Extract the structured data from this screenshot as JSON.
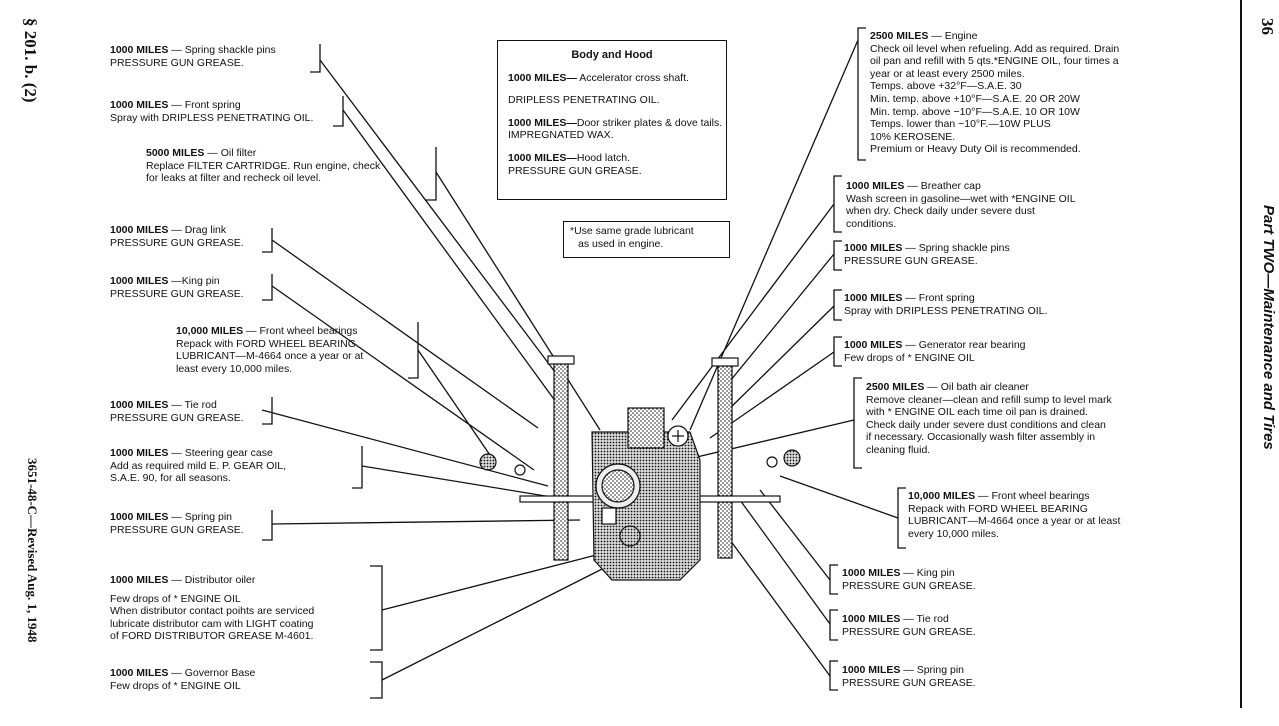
{
  "margin": {
    "left_top": "§ 201. b. (2)",
    "left_bottom": "3651-48-C—Revised Aug. 1, 1948",
    "right_page_number": "36",
    "right_title": "Part TWO—Maintenance and Tires"
  },
  "body_hood": {
    "title": "Body and Hood",
    "entries": [
      {
        "lead": "1000 MILES—",
        "text": " Accelerator cross shaft.",
        "line2": "DRIPLESS PENETRATING OIL."
      },
      {
        "lead": "1000 MILES—",
        "text": "Door striker plates & dove tails.",
        "line2": "IMPREGNATED WAX."
      },
      {
        "lead": "1000 MILES—",
        "text": "Hood latch.",
        "line2": "PRESSURE GUN GREASE."
      }
    ]
  },
  "footnote": {
    "line1": "*Use same grade lubricant",
    "line2": "as used in engine."
  },
  "left_notes": [
    {
      "lead": "1000 MILES",
      "text": " — Spring shackle pins",
      "lines": [
        "PRESSURE GUN GREASE."
      ]
    },
    {
      "lead": "1000 MILES",
      "text": " — Front spring",
      "lines": [
        "Spray with DRIPLESS PENETRATING OIL."
      ]
    },
    {
      "lead": "5000 MILES",
      "text": " — Oil filter",
      "lines": [
        "Replace FILTER CARTRIDGE. Run  engine, check",
        "for leaks at filter and recheck oil level."
      ]
    },
    {
      "lead": "1000 MILES",
      "text": " — Drag link",
      "lines": [
        "PRESSURE GUN GREASE."
      ]
    },
    {
      "lead": "1000 MILES",
      "text": " —King pin",
      "lines": [
        "PRESSURE GUN GREASE."
      ]
    },
    {
      "lead": "10,000 MILES",
      "text": " — Front  wheel bearings",
      "lines": [
        "Repack with FORD WHEEL BEARING",
        "LUBRICANT—M-4664 once a year or at",
        "least every 10,000 miles."
      ]
    },
    {
      "lead": "1000 MILES",
      "text": " — Tie rod",
      "lines": [
        "PRESSURE GUN GREASE."
      ]
    },
    {
      "lead": "1000 MILES",
      "text": " — Steering gear case",
      "lines": [
        "Add as required mild E. P. GEAR OIL,",
        "S.A.E. 90, for all seasons."
      ]
    },
    {
      "lead": "1000 MILES",
      "text": " — Spring pin",
      "lines": [
        "PRESSURE GUN  GREASE."
      ]
    },
    {
      "lead": "1000 MILES",
      "text": " — Distributor oiler",
      "lines": [
        "",
        "Few drops of * ENGINE OIL",
        "When distributor contact poihts are serviced",
        "lubricate distributor cam with LIGHT coating",
        "of FORD DISTRIBUTOR GREASE M-4601."
      ]
    },
    {
      "lead": "1000 MILES",
      "text": " — Governor Base",
      "lines": [
        "Few drops of * ENGINE OIL"
      ]
    }
  ],
  "right_notes": [
    {
      "lead": "2500 MILES",
      "text": " — Engine",
      "lines": [
        "Check oil level when refueling. Add as required. Drain",
        "oil pan and refill with 5 qts.*ENGINE OIL, four times a",
        "year or at least every 2500 miles.",
        "Temps. above  +32°F—S.A.E. 30",
        "Min. temp. above  +10°F—S.A.E. 20 OR 20W",
        "Min. temp. above  −10°F—S.A.E. 10 OR 10W",
        "Temps. lower than  −10°F.—10W PLUS",
        "10% KEROSENE.",
        "Premium or Heavy Duty Oil is recommended."
      ]
    },
    {
      "lead": "1000 MILES",
      "text": " — Breather cap",
      "lines": [
        "Wash screen in gasoline—wet with *ENGINE OIL",
        "when dry. Check daily under severe dust",
        "conditions."
      ]
    },
    {
      "lead": "1000 MILES",
      "text": " — Spring shackle pins",
      "lines": [
        "PRESSURE  GUN  GREASE."
      ]
    },
    {
      "lead": "1000 MILES",
      "text": " — Front  spring",
      "lines": [
        "Spray with DRIPLESS PENETRATING OIL."
      ]
    },
    {
      "lead": "1000 MILES",
      "text": " — Generator rear bearing",
      "lines": [
        "Few drops of * ENGINE OIL"
      ]
    },
    {
      "lead": "2500 MILES",
      "text": " — Oil bath air cleaner",
      "lines": [
        "Remove cleaner—clean and refill sump to level mark",
        "with * ENGINE OIL each time oil  pan is drained.",
        "Check daily under severe  dust  conditions  and clean",
        "if necessary. Occasionally  wash filter assembly in",
        "cleaning fluid."
      ]
    },
    {
      "lead": "10,000 MILES",
      "text": " — Front  wheel bearings",
      "lines": [
        "Repack with FORD WHEEL BEARING",
        "LUBRICANT—M-4664 once a year or at  least",
        "every  10,000 miles."
      ]
    },
    {
      "lead": "1000 MILES",
      "text": " — King pin",
      "lines": [
        "PRESSURE  GUN  GREASE."
      ]
    },
    {
      "lead": "1000 MILES",
      "text": " — Tie rod",
      "lines": [
        "PRESSURE  GUN  GREASE."
      ]
    },
    {
      "lead": "1000 MILES",
      "text": " — Spring  pin",
      "lines": [
        "PRESSURE  GUN  GREASE."
      ]
    }
  ]
}
